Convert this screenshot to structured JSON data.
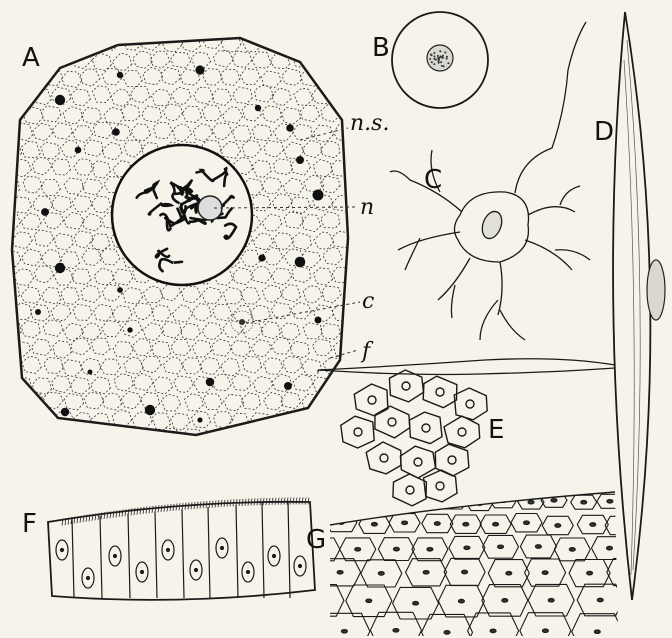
{
  "figure_labels": {
    "a": "A",
    "b": "B",
    "c": "C",
    "d": "D",
    "e": "E",
    "f": "F",
    "g": "G"
  },
  "annotations": {
    "ns": "n.s.",
    "n": "n",
    "c": "c",
    "f": "f"
  },
  "colors": {
    "paper": "#f6f4ea",
    "ink": "#1a1a1a"
  }
}
